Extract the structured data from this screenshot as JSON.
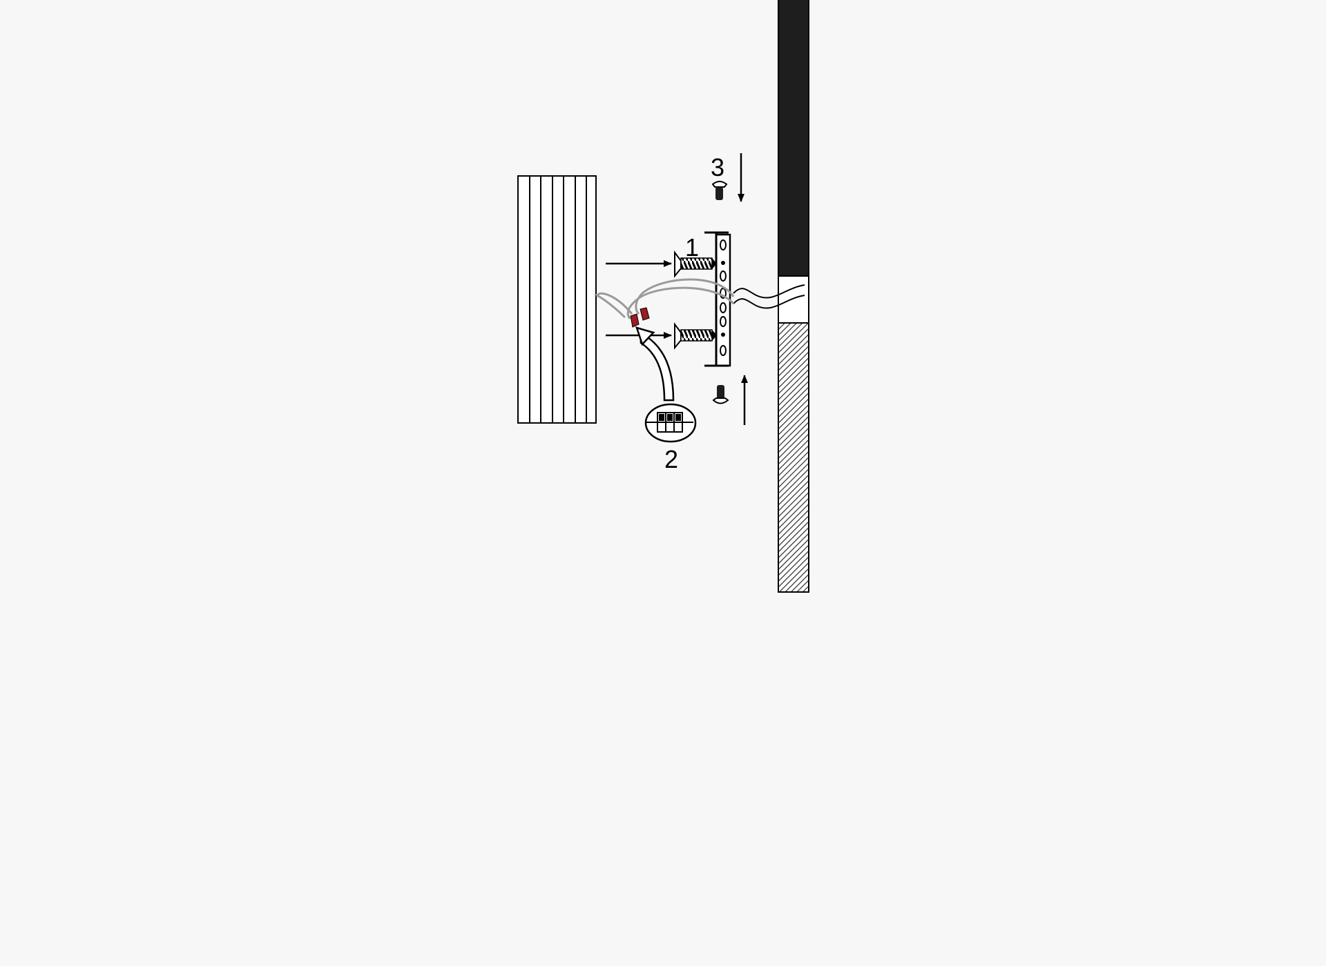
{
  "diagram": {
    "step_labels": [
      "1",
      "2",
      "3"
    ],
    "colors": {
      "background": "#f7f7f7",
      "line": "#000000",
      "wall_dark": "#1e1e1e",
      "wall_hatch": "#3a3a3a",
      "wire": "#9a9a9a",
      "wire_connector": "#9b1c24"
    },
    "icons": [
      "lamp-shade-icon",
      "mounting-bracket-icon",
      "screw-icon",
      "wire-nut-icon",
      "terminal-block-icon",
      "arrow-icon",
      "wall-icon"
    ]
  }
}
